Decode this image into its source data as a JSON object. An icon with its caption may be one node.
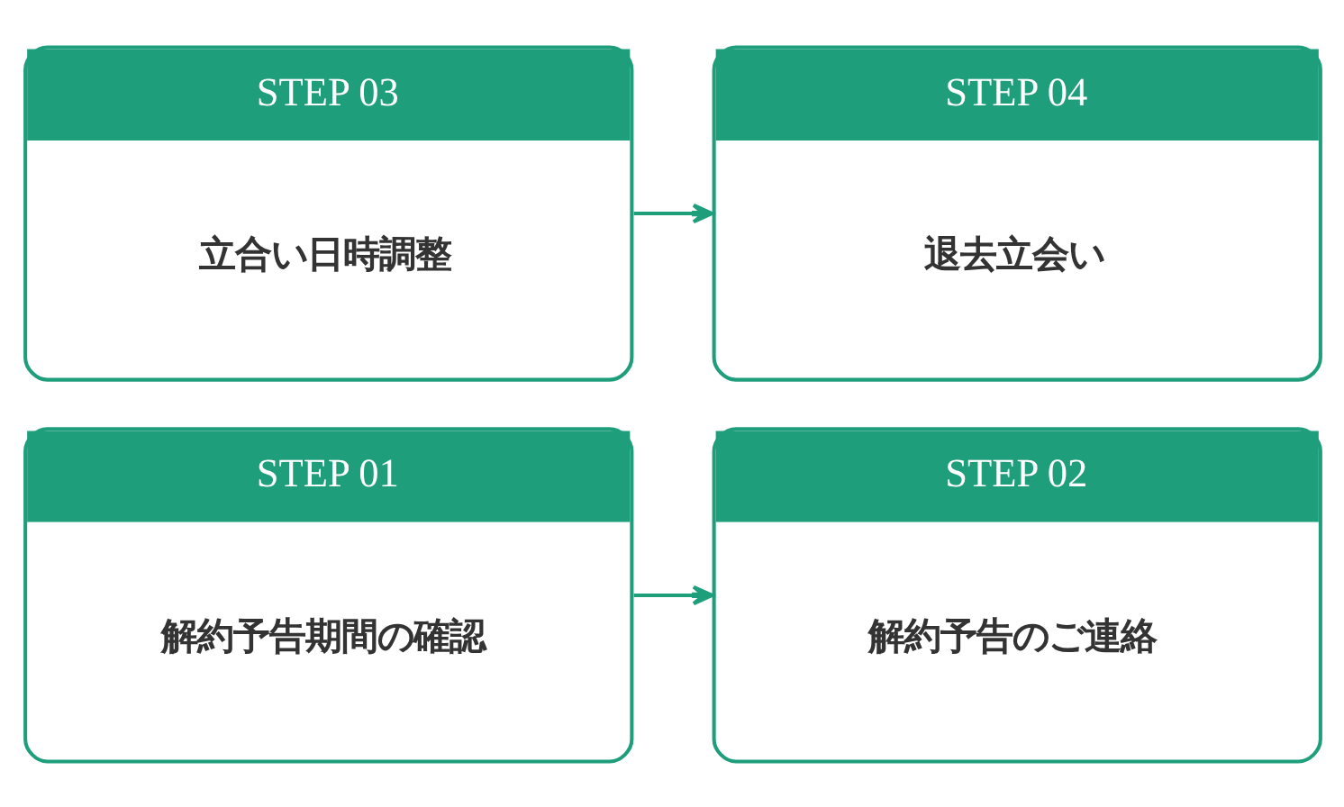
{
  "diagram": {
    "nodes": [
      {
        "text": [
          "STEP 01",
          "解約予告期間の確認"
        ]
      },
      {
        "text": [
          "STEP 02",
          "解約予告のご連絡"
        ]
      },
      {
        "text": [
          "STEP 03",
          "立合い日時調整"
        ]
      },
      {
        "text": [
          "STEP 04",
          "退去立会い"
        ]
      }
    ],
    "edges": [
      {
        "from": 0,
        "to": 1,
        "arrow": "to"
      },
      {
        "from": 2,
        "to": 3,
        "arrow": "to"
      }
    ]
  }
}
